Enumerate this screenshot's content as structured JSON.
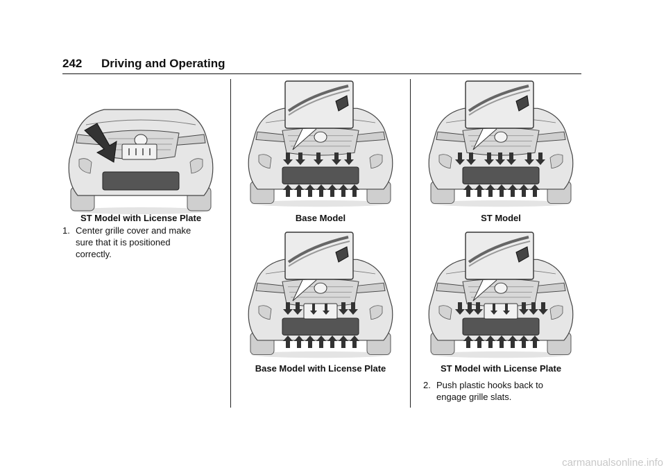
{
  "header": {
    "page_number": "242",
    "section_title": "Driving and Operating"
  },
  "figures": {
    "st_license_plate_1": {
      "caption": "ST Model with License Plate"
    },
    "base_model": {
      "caption": "Base Model"
    },
    "st_model": {
      "caption": "ST Model"
    },
    "base_license_plate": {
      "caption": "Base Model with License Plate"
    },
    "st_license_plate_2": {
      "caption": "ST Model with License Plate"
    }
  },
  "steps": [
    {
      "number": "1.",
      "line1": "Center grille cover and make",
      "line2": "sure that it is positioned",
      "line3": "correctly."
    },
    {
      "number": "2.",
      "line1": "Push plastic hooks back to",
      "line2": "engage grille slats."
    }
  ],
  "footer": {
    "watermark": "carmanualsonline.info"
  }
}
